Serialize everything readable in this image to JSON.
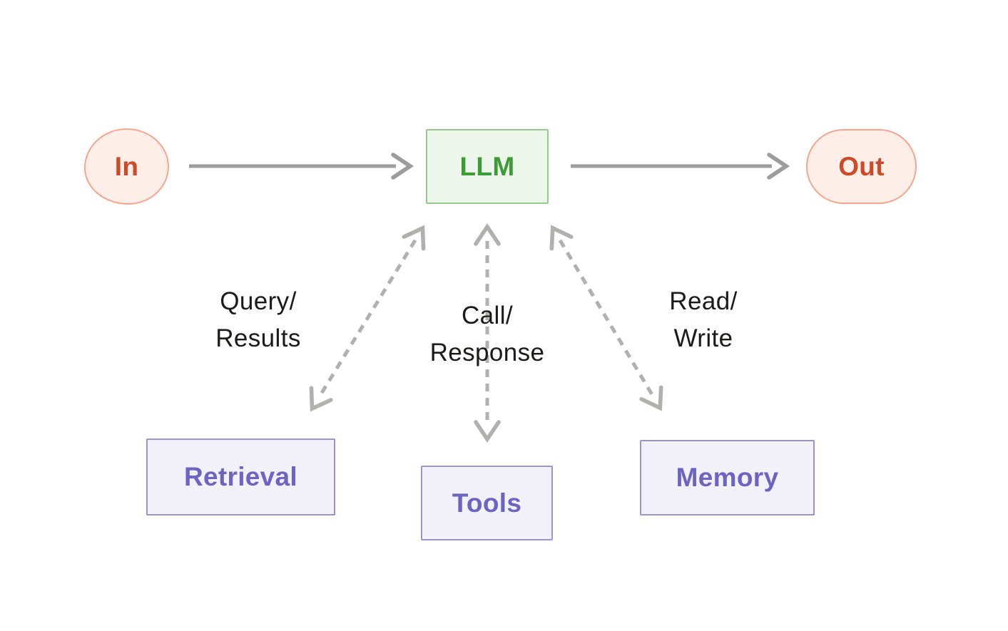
{
  "colors": {
    "background": "#ffffff",
    "solid-arrow": "#9c9c9c",
    "dashed-arrow": "#b2b0ac",
    "label-text": "#1b1a17",
    "in-out-fill": "#fdeee8",
    "in-out-border": "#f4a58e",
    "in-out-text": "#cc4a28",
    "llm-fill": "#edf6ea",
    "llm-border": "#96c98e",
    "llm-text": "#3d9b35",
    "module-fill": "#f2f1fa",
    "module-border": "#9c92d0",
    "module-text": "#6d63c2"
  },
  "nodes": {
    "in": {
      "label": "In",
      "shape": "circle"
    },
    "llm": {
      "label": "LLM",
      "shape": "rectangle"
    },
    "out": {
      "label": "Out",
      "shape": "pill"
    },
    "retrieval": {
      "label": "Retrieval",
      "shape": "rectangle"
    },
    "tools": {
      "label": "Tools",
      "shape": "rectangle"
    },
    "memory": {
      "label": "Memory",
      "shape": "rectangle"
    }
  },
  "edges": {
    "in_to_llm": {
      "type": "solid-arrow",
      "from": "in",
      "to": "llm"
    },
    "llm_to_out": {
      "type": "solid-arrow",
      "from": "llm",
      "to": "out"
    },
    "llm_retrieval": {
      "type": "dashed-bidirectional-arrow",
      "from": "llm",
      "to": "retrieval",
      "label_line1": "Query/",
      "label_line2": "Results"
    },
    "llm_tools": {
      "type": "dashed-bidirectional-arrow",
      "from": "llm",
      "to": "tools",
      "label_line1": "Call/",
      "label_line2": "Response"
    },
    "llm_memory": {
      "type": "dashed-bidirectional-arrow",
      "from": "llm",
      "to": "memory",
      "label_line1": "Read/",
      "label_line2": "Write"
    }
  }
}
